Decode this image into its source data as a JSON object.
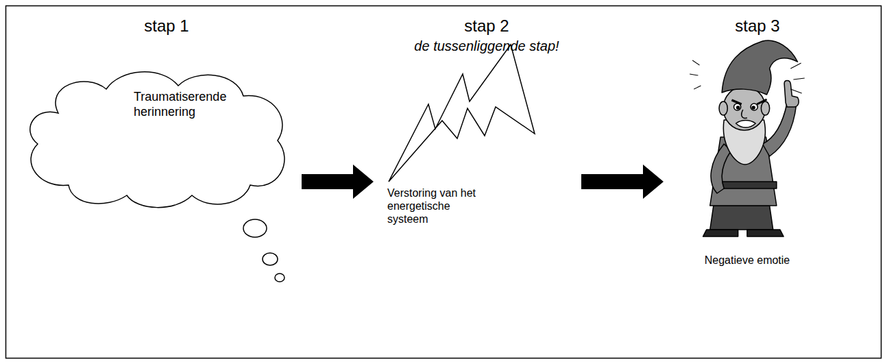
{
  "diagram": {
    "nodes": [
      {
        "text": [
          "Traumatiserende herinnering"
        ]
      },
      {
        "text": [
          "Verstoring van het energetische systeem"
        ]
      },
      {
        "text": [
          "Negatieve emotie"
        ]
      }
    ],
    "edges": [
      {
        "from": 0,
        "to": 1,
        "arrow": "to"
      },
      {
        "from": 1,
        "to": 2,
        "arrow": "to"
      }
    ],
    "labels": [
      "stap 1",
      "stap 2",
      "de tussenliggende stap!",
      "stap 3"
    ]
  }
}
